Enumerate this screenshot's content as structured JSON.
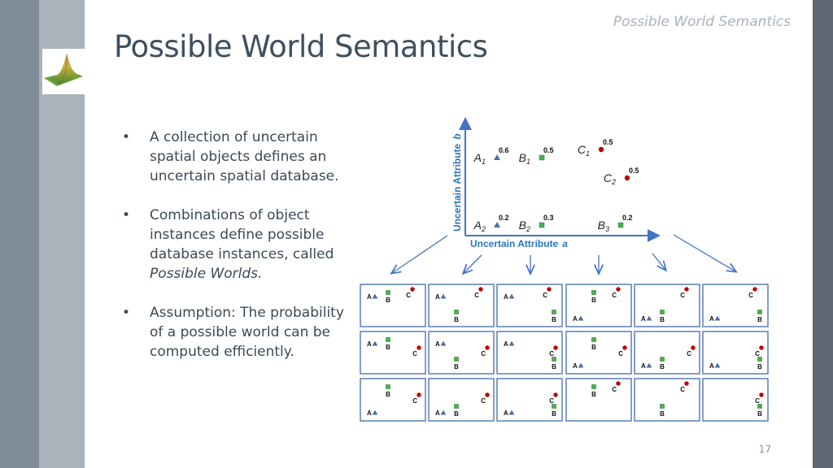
{
  "header": {
    "note": "Possible World Semantics"
  },
  "title": "Possible World Semantics",
  "bullets": [
    {
      "text": "A collection of uncertain spatial objects defines an uncertain spatial database.",
      "emphasis": ""
    },
    {
      "text": "Combinations of object instances define possible database instances, called ",
      "emphasis": "Possible Worlds."
    },
    {
      "text": "Assumption: The probability of a possible world can be computed efficiently.",
      "emphasis": ""
    }
  ],
  "bullet_glyph": "•",
  "page_number": "17",
  "icons": {
    "logo": "3d-surface-peak-icon"
  },
  "colors": {
    "axis": "#4472c4",
    "axis_label": "#2e75b6",
    "A": "#4a6fa5",
    "B": "#4caf50",
    "C": "#c00000",
    "grid_border": "#5b7fb4"
  },
  "axes": {
    "x_label": "Uncertain Attribute",
    "x_var": "a",
    "y_label": "Uncertain Attribute",
    "y_var": "b"
  },
  "instances": [
    {
      "letter": "A",
      "sub": "1",
      "prob": "0.6",
      "shape": "triangle"
    },
    {
      "letter": "A",
      "sub": "2",
      "prob": "0.2",
      "shape": "triangle"
    },
    {
      "letter": "B",
      "sub": "1",
      "prob": "0.5",
      "shape": "square"
    },
    {
      "letter": "B",
      "sub": "2",
      "prob": "0.3",
      "shape": "square"
    },
    {
      "letter": "B",
      "sub": "3",
      "prob": "0.2",
      "shape": "square"
    },
    {
      "letter": "C",
      "sub": "1",
      "prob": "0.5",
      "shape": "circle"
    },
    {
      "letter": "C",
      "sub": "2",
      "prob": "0.5",
      "shape": "circle"
    }
  ],
  "worlds": [
    {
      "A": "1",
      "B": "1",
      "C": "1"
    },
    {
      "A": "1",
      "B": "2",
      "C": "1"
    },
    {
      "A": "1",
      "B": "3",
      "C": "1"
    },
    {
      "A": "2",
      "B": "1",
      "C": "1"
    },
    {
      "A": "2",
      "B": "2",
      "C": "1"
    },
    {
      "A": "2",
      "B": "3",
      "C": "1"
    },
    {
      "A": "1",
      "B": "1",
      "C": "2"
    },
    {
      "A": "1",
      "B": "2",
      "C": "2"
    },
    {
      "A": "1",
      "B": "3",
      "C": "2"
    },
    {
      "A": "2",
      "B": "1",
      "C": "2"
    },
    {
      "A": "2",
      "B": "2",
      "C": "2"
    },
    {
      "A": "2",
      "B": "3",
      "C": "2"
    },
    {
      "A": "3",
      "B": "1",
      "C": "2"
    },
    {
      "A": "3",
      "B": "2",
      "C": "2"
    },
    {
      "A": "3",
      "B": "3",
      "C": "2"
    },
    {
      "A": "-",
      "B": "1",
      "C": "1"
    },
    {
      "A": "-",
      "B": "2",
      "C": "1"
    },
    {
      "A": "-",
      "B": "3",
      "C": "2"
    }
  ],
  "world_labels": {
    "A": "A",
    "B": "B",
    "C": "C"
  }
}
